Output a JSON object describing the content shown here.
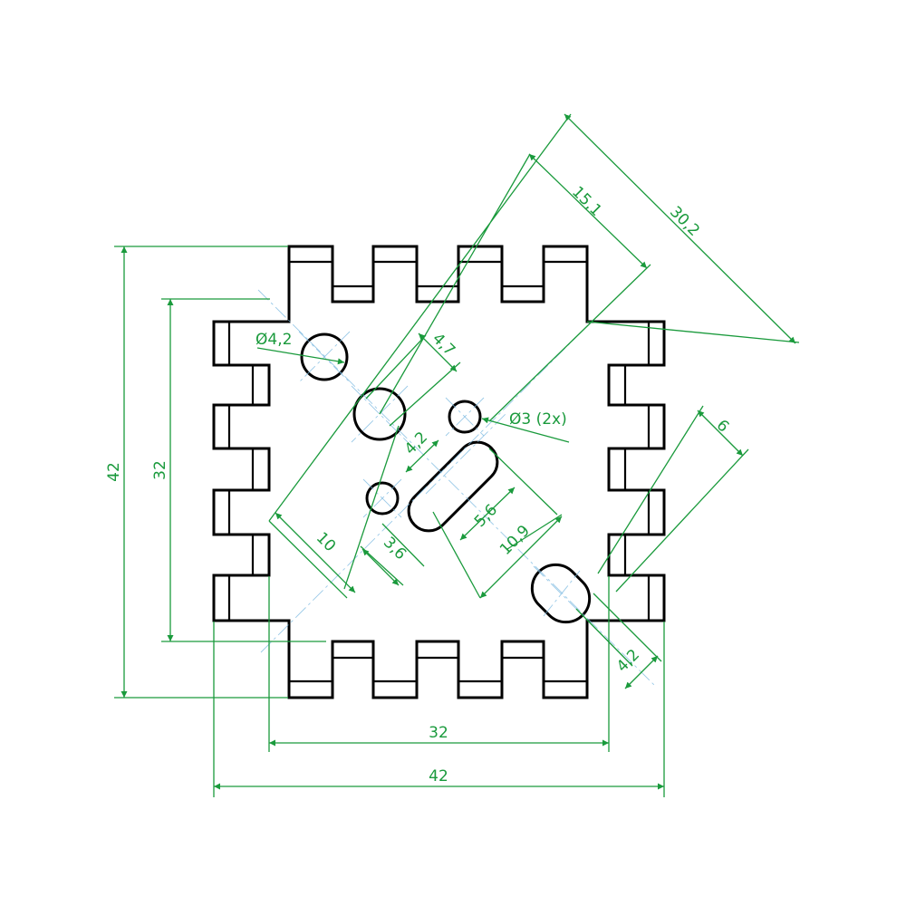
{
  "colors": {
    "part": "#000000",
    "dimension": "#1a9a3c",
    "centerline": "#7ab8e0"
  },
  "dimensions": {
    "overall_width": "42",
    "overall_height": "42",
    "inner_width": "32",
    "inner_height": "32",
    "diag_15_1": "15,1",
    "diag_30_2": "30,2",
    "diag_6": "6",
    "diag_4_2_slot": "4,2",
    "diag_4_7": "4,7",
    "diag_4_2_mid": "4,2",
    "diag_10": "10",
    "diag_3_6": "3,6",
    "diag_5_6": "5,6",
    "diag_10_9": "10,9",
    "hole_large": "Ø4,2",
    "hole_small": "Ø3 (2x)"
  }
}
